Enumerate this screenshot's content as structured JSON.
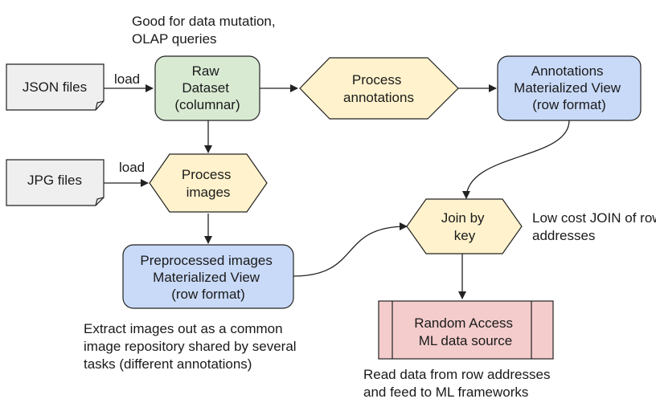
{
  "colors": {
    "green": "#d9ead3",
    "yellow": "#fff2cc",
    "blue": "#c9daf8",
    "pink": "#f4cccc",
    "gray": "#efefef",
    "stroke": "#222222"
  },
  "nodes": {
    "json_files": [
      "JSON files"
    ],
    "jpg_files": [
      "JPG files"
    ],
    "raw_dataset": [
      "Raw",
      "Dataset",
      "(columnar)"
    ],
    "process_annotations": [
      "Process",
      "annotations"
    ],
    "annotations_view": [
      "Annotations",
      "Materialized View",
      "(row format)"
    ],
    "process_images": [
      "Process",
      "images"
    ],
    "preprocessed_view": [
      "Preprocessed images",
      "Materialized View",
      "(row format)"
    ],
    "join_by_key": [
      "Join by",
      "key"
    ],
    "random_access": [
      "Random Access",
      "ML data source"
    ]
  },
  "edges": {
    "load_json": "load",
    "load_jpg": "load"
  },
  "notes": {
    "raw_dataset_note": [
      "Good for data mutation,",
      "OLAP queries"
    ],
    "join_note": [
      "Low cost JOIN of row",
      "addresses"
    ],
    "images_note": [
      "Extract images out as a common",
      "image repository shared by several",
      "tasks (different annotations)"
    ],
    "ml_note": [
      "Read data from row addresses",
      "and feed to ML frameworks"
    ]
  }
}
